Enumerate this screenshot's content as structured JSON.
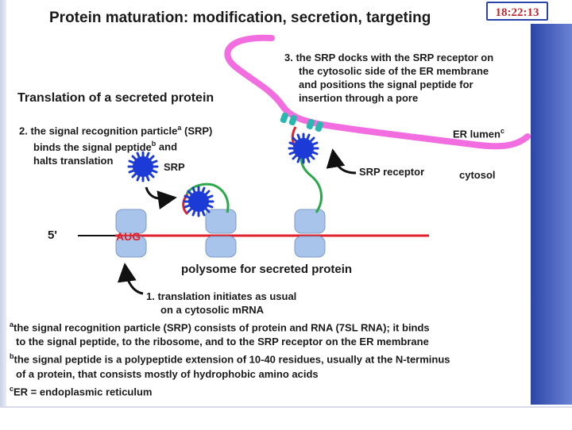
{
  "clock": "18:22:13",
  "title": "Protein maturation: modification, secretion, targeting",
  "subtitle": "Translation of a secreted protein",
  "step3": {
    "lines": [
      "3. the SRP docks with the SRP receptor on",
      "the cytosolic side of the ER membrane",
      "and positions the signal peptide for",
      "insertion through a pore"
    ]
  },
  "step2": {
    "line1": "2. the signal recognition particle",
    "line1_sup": "a",
    "line1_end": " (SRP)",
    "line2": "binds the signal peptide",
    "line2_sup": "b",
    "line2_end": " and",
    "line3": "halts translation"
  },
  "step1": {
    "line1": "1. translation initiates as usual",
    "line2": "on a cytosolic mRNA"
  },
  "labels": {
    "srp": "SRP",
    "srp_receptor": "SRP receptor",
    "er_lumen": "ER lumen",
    "er_lumen_sup": "c",
    "cytosol": "cytosol",
    "five_prime": "5'",
    "aug": "AUG",
    "polysome": "polysome for secreted protein"
  },
  "footnotes": {
    "a_sup": "a",
    "a_line1": "the signal recognition particle (SRP) consists of protein and RNA (7SL RNA); it binds",
    "a_line2": "to the signal peptide, to the ribosome, and to the SRP receptor on the ER membrane",
    "b_sup": "b",
    "b_line1": "the signal peptide is a polypeptide extension of 10-40 residues, usually at the N-terminus",
    "b_line2": "of a protein, that consists mostly of hydrophobic amino acids",
    "c_sup": "c",
    "c_line1": "ER = endoplasmic reticulum"
  },
  "colors": {
    "membrane": "#f26ee0",
    "receptor": "#29b7b0",
    "srp": "#1c3bd6",
    "ribosome": "#a9c4ea",
    "mrna": "#e0202a",
    "peptide": "#2aa84a",
    "signal_peptide": "#e0202a",
    "clock_text": "#c0262c"
  }
}
